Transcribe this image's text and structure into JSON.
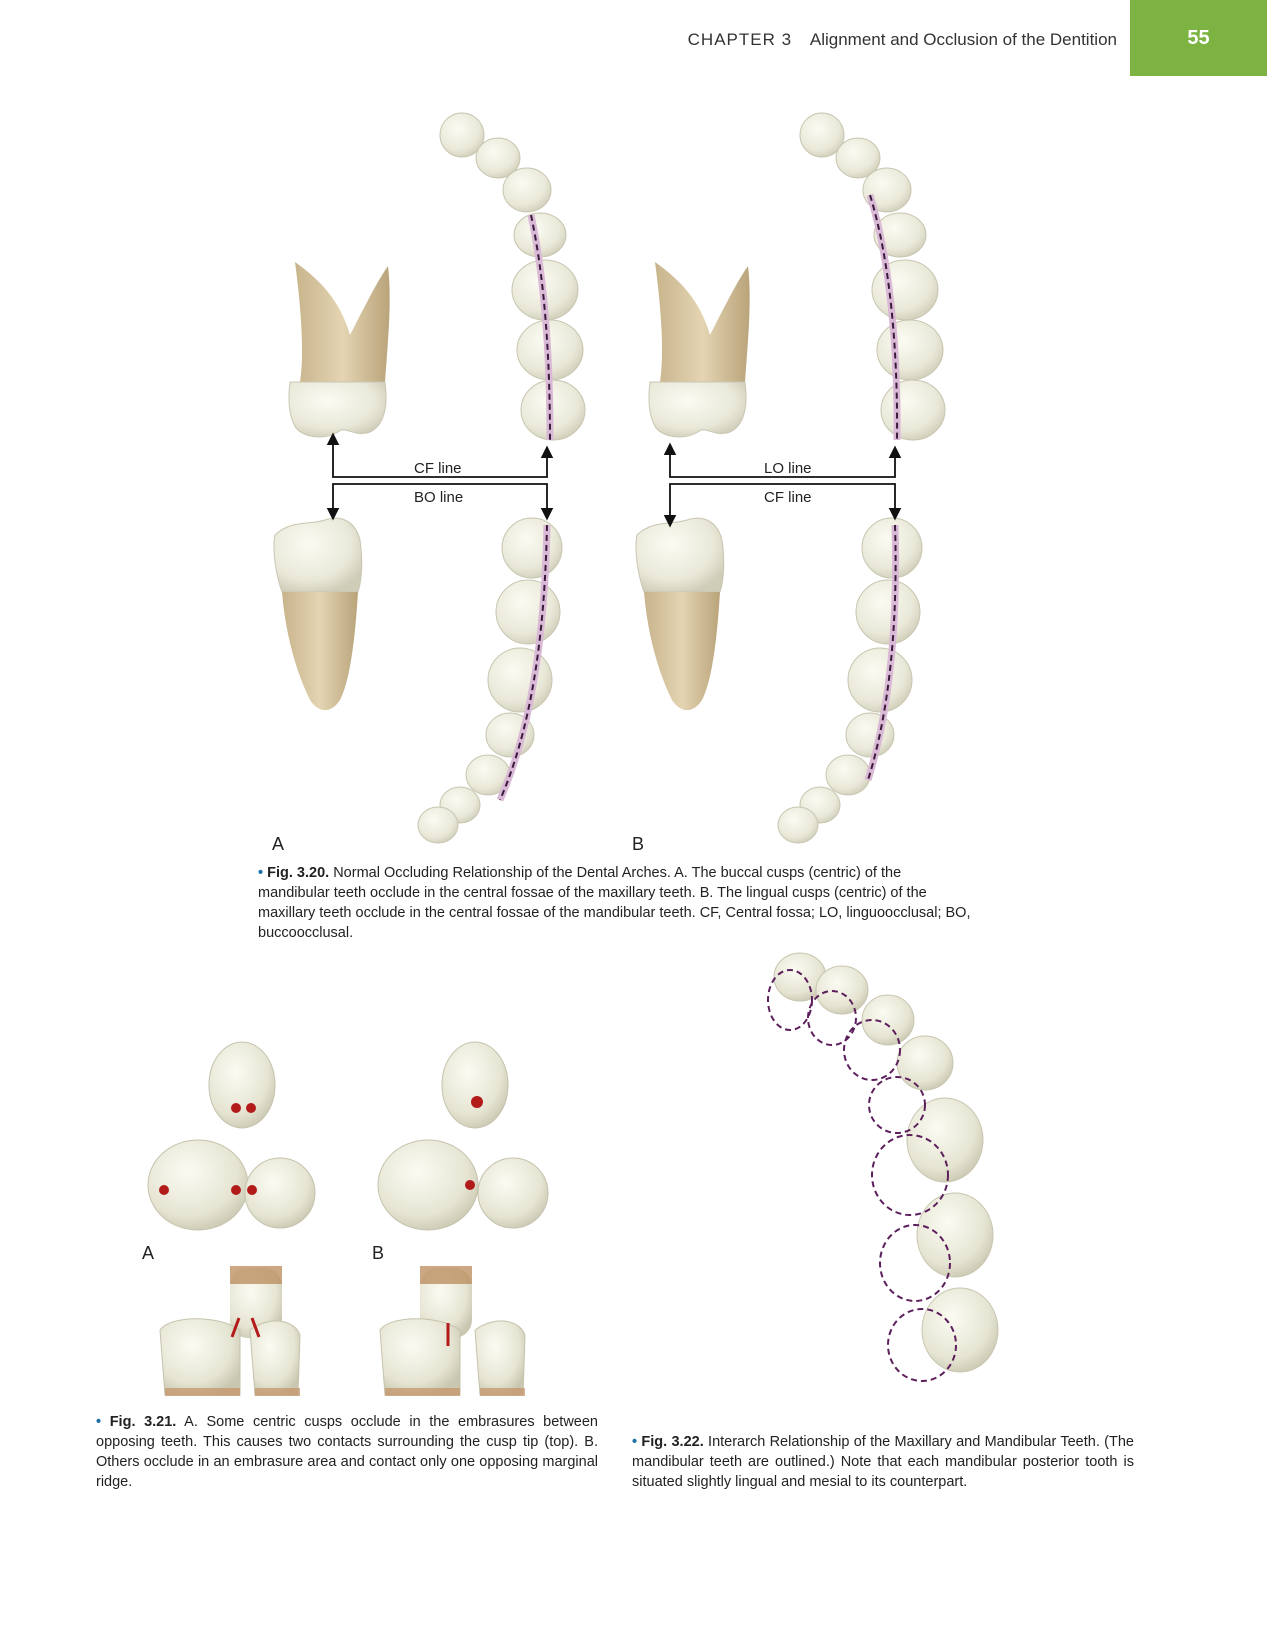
{
  "header": {
    "chapter": "CHAPTER 3",
    "title": "Alignment and Occlusion of the Dentition",
    "page": "55"
  },
  "fig320": {
    "panelA": {
      "letter": "A",
      "upper_line": "CF line",
      "lower_line": "BO line"
    },
    "panelB": {
      "letter": "B",
      "upper_line": "LO line",
      "lower_line": "CF line"
    },
    "caption": {
      "bullet": "•",
      "label": "Fig. 3.20.",
      "text": "Normal Occluding Relationship of the Dental Arches. A. The buccal cusps (centric) of the mandibular teeth occlude in the central fossae of the maxillary teeth. B. The lingual cusps (centric) of the maxillary teeth occlude in the central fossae of the mandibular teeth. CF, Central fossa; LO, linguoocclusal; BO, buccoocclusal."
    }
  },
  "fig321": {
    "panelA": {
      "letter": "A"
    },
    "panelB": {
      "letter": "B"
    },
    "caption": {
      "bullet": "•",
      "label": "Fig. 3.21.",
      "text": "A. Some centric cusps occlude in the embrasures between opposing teeth. This causes two contacts surrounding the cusp tip (top). B. Others occlude in an embrasure area and contact only one opposing marginal ridge."
    }
  },
  "fig322": {
    "caption": {
      "bullet": "•",
      "label": "Fig. 3.22.",
      "text": "Interarch Relationship of the Maxillary and Mandibular Teeth. (The mandibular teeth are outlined.) Note that each mandibular posterior tooth is situated slightly lingual and mesial to its counterpart."
    }
  },
  "colors": {
    "accent": "#7cb342",
    "tooth_crown": "#ecebdc",
    "tooth_root": "#d8c6a2",
    "outline_dash": "#5c1f5c",
    "contact_red": "#b31b1b"
  }
}
